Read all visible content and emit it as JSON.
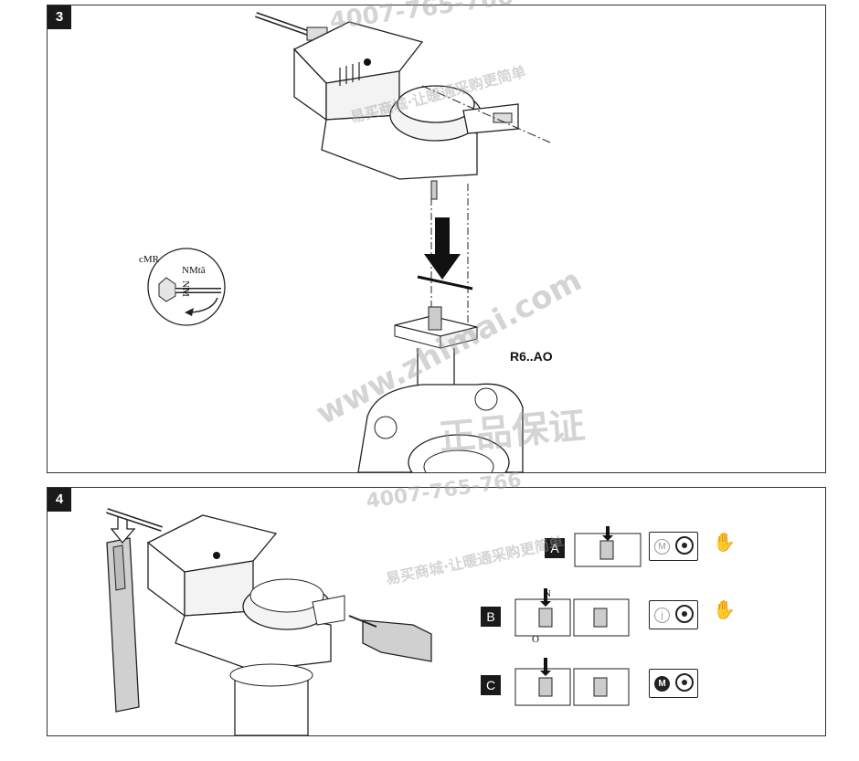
{
  "panels": [
    {
      "step": "3",
      "labels": {
        "callout_a": "cMR",
        "callout_b": "NMtã",
        "callout_c": "NM",
        "model": "R6..AO"
      }
    },
    {
      "step": "4",
      "options": [
        {
          "letter": "A",
          "mode": "M",
          "mode_active": false,
          "hand_icon": "hand-icon"
        },
        {
          "letter": "B",
          "mode": "j",
          "mode_active": false,
          "hand_icon": "hand-icon",
          "arrow_label_top": "N",
          "arrow_label_bottom": "O"
        },
        {
          "letter": "C",
          "mode": "M",
          "mode_active": true
        }
      ]
    }
  ],
  "watermark": {
    "line1": "4007-765-766",
    "line2": "www.zhimai.com",
    "line3": "正品保证",
    "line4": "易买商城·让暖通采购更简单"
  },
  "colors": {
    "line": "#222222",
    "gray_fill": "#d9d9d9",
    "dark_badge": "#1a1a1a"
  }
}
